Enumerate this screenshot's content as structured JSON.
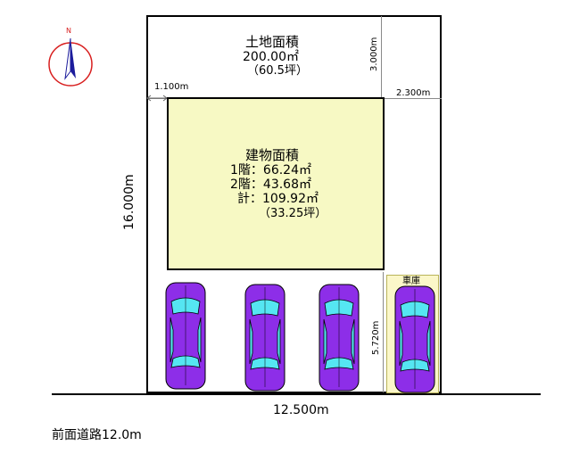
{
  "compass": {
    "label": "N",
    "icon": "north-arrow-icon"
  },
  "land": {
    "title": "土地面積",
    "area": "200.00㎡",
    "tsubo": "（60.5坪）"
  },
  "building": {
    "title": "建物面積",
    "floor1": "1階：66.24㎡",
    "floor2": "2階：43.68㎡",
    "total": "計：109.92㎡",
    "total_tsubo": "（33.25坪）"
  },
  "garage": {
    "label": "車庫"
  },
  "dimensions": {
    "left_setback": "1.100m",
    "top_setback": "3.000m",
    "right_setback": "2.300m",
    "depth": "16.000m",
    "garage_depth": "5.720m",
    "frontage": "12.500m"
  },
  "road": {
    "label": "前面道路12.0m"
  },
  "colors": {
    "building_fill": "#f7f9c4",
    "garage_fill": "#fbf7c9",
    "car_body": "#8d2ee8",
    "car_glass": "#55e6f2",
    "compass_red": "#d81f1f",
    "compass_blue": "#1c1c9c"
  },
  "cars": [
    "car-1",
    "car-2",
    "car-3",
    "car-4"
  ]
}
